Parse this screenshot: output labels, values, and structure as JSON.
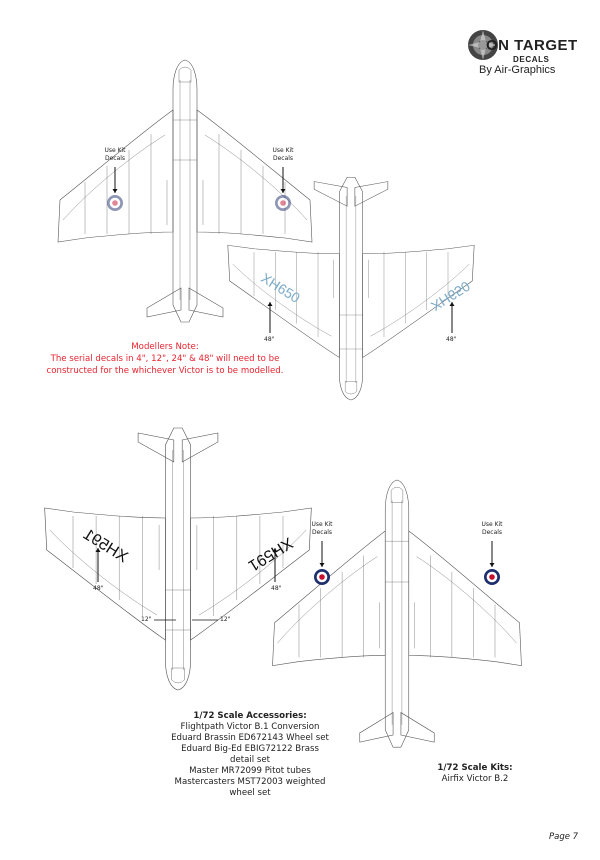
{
  "logo": {
    "title": "ON TARGET",
    "subtitle": "DECALS",
    "byline": "By Air-Graphics"
  },
  "colors": {
    "note_red": "#e8232f",
    "line": "#555555",
    "serial_blue": "#7aaac8",
    "serial_black": "#111111",
    "roundel_red": "#c8102e",
    "roundel_blue": "#1f2f6e"
  },
  "drawings": {
    "top_left": {
      "labels": [
        "Use Kit Decals",
        "Use Kit Decals"
      ]
    },
    "top_right": {
      "serial": "XH650",
      "measures": [
        "48\"",
        "48\""
      ]
    },
    "bottom_left": {
      "serial": "XH591",
      "measures": [
        "48\"",
        "48\"",
        "12\"",
        "12\""
      ]
    },
    "bottom_right": {
      "labels": [
        "Use Kit Decals",
        "Use Kit Decals"
      ]
    }
  },
  "note": {
    "title": "Modellers Note:",
    "lines": [
      "The serial decals in 4\", 12\", 24\" & 48\" will need to be",
      "constructed for the whichever Victor is to be modelled."
    ]
  },
  "accessories": {
    "title": "1/72 Scale Accessories:",
    "items": [
      "Flightpath Victor B.1 Conversion",
      "Eduard Brassin ED672143 Wheel set",
      "Eduard Big-Ed EBIG72122 Brass",
      "detail set",
      "Master MR72099 Pitot tubes",
      "Mastercasters MST72003 weighted",
      "wheel set"
    ]
  },
  "kits": {
    "title": "1/72 Scale Kits:",
    "items": [
      "Airfix Victor B.2"
    ]
  },
  "page_label": "Page 7"
}
